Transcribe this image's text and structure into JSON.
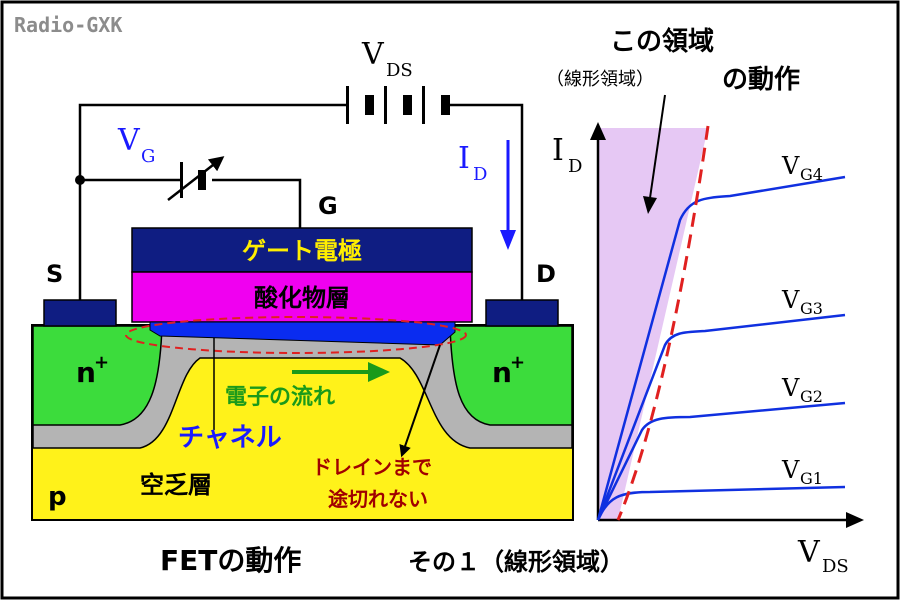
{
  "watermark": "Radio-GXK",
  "circuit": {
    "vds_main": "V",
    "vds_sub": "DS",
    "vg_main": "V",
    "vg_sub": "G",
    "id_main": "I",
    "id_sub": "D",
    "gate_terminal": "G",
    "source_terminal": "S",
    "drain_terminal": "D"
  },
  "device": {
    "gate_electrode": "ゲート電極",
    "oxide_layer": "酸化物層",
    "n_plus": "n",
    "n_plus_sup": "+",
    "p_substrate": "p",
    "depletion_layer": "空乏層",
    "channel": "チャネル",
    "electron_flow": "電子の流れ",
    "drain_note_line1": "ドレインまで",
    "drain_note_line2": "途切れない"
  },
  "graph": {
    "region_title": "この領域",
    "region_sub": "（線形領域）",
    "region_action": "の動作",
    "y_axis_main": "I",
    "y_axis_sub": "D",
    "x_axis_main": "V",
    "x_axis_sub": "DS",
    "curves": [
      {
        "main": "V",
        "sub": "G4"
      },
      {
        "main": "V",
        "sub": "G3"
      },
      {
        "main": "V",
        "sub": "G2"
      },
      {
        "main": "V",
        "sub": "G1"
      }
    ]
  },
  "caption": {
    "title": "FETの動作",
    "subtitle": "その１（線形領域）"
  },
  "colors": {
    "border": "#000000",
    "gate": "#0f1d82",
    "oxide": "#f000f0",
    "n_region": "#3cdc3c",
    "substrate": "#fff21a",
    "depletion": "#b4b4b4",
    "channel": "#0a2cf0",
    "linear_region": "#e6c8f4",
    "curve": "#1030e0",
    "boundary": "#e02020",
    "accent_blue": "#1a1aff",
    "green_text": "#1a9a1a",
    "dark_red_text": "#a00000",
    "gate_text": "#ffee00"
  }
}
